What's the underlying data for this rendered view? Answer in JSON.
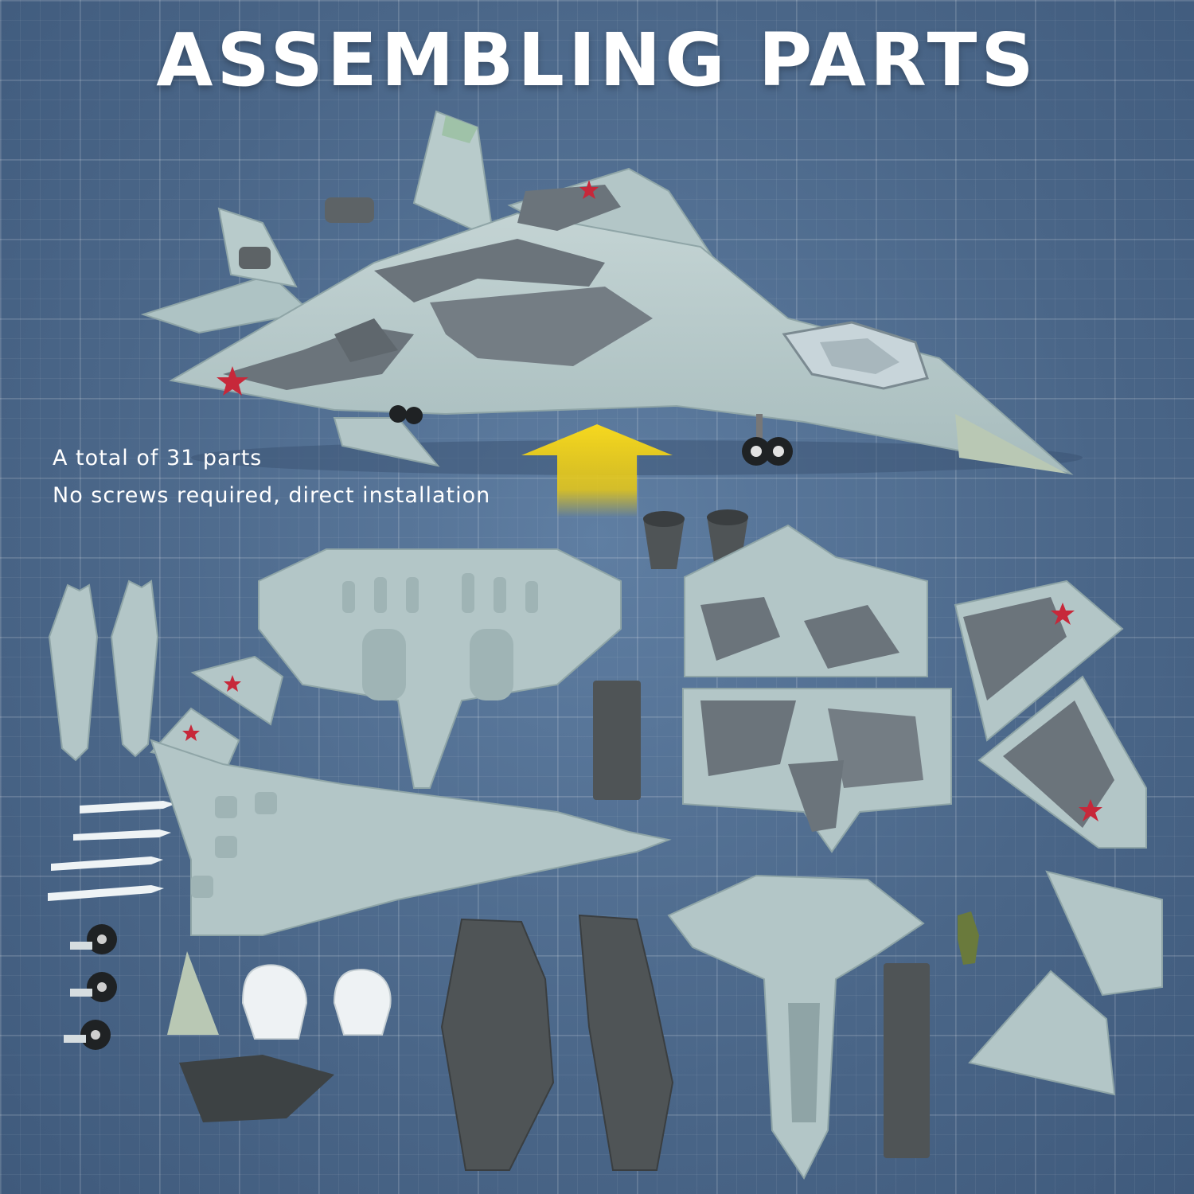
{
  "title": "ASSEMBLING PARTS",
  "info": {
    "line1": "A total of 31 parts",
    "line2": "No screws required, direct installation"
  },
  "colors": {
    "background": "#4f6c8e",
    "model_light_grey": "#b3c6c7",
    "camo_dark_grey": "#6b747b",
    "dark_part": "#4f5456",
    "arrow_yellow": "#f2d21c"
  },
  "icons": {
    "arrow": "up-arrow-icon",
    "star": "red-star-insignia"
  }
}
